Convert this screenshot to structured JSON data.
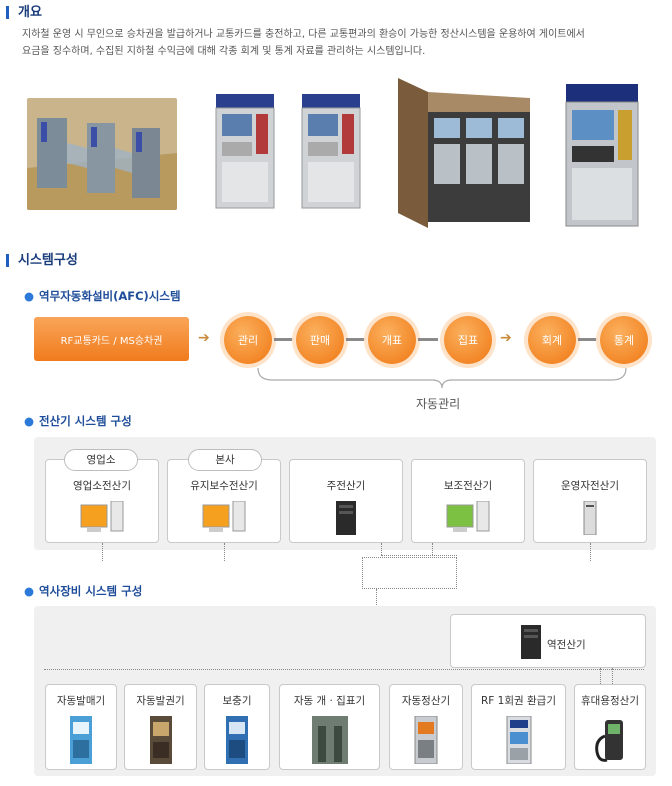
{
  "overview": {
    "title": "개요",
    "desc_line1": "지하철 운영 시 무인으로 승차권을 발급하거나 교통카드를 충전하고, 다른 교통편과의 환승이 가능한 정산시스템을 운용하여 게이트에서",
    "desc_line2": "요금을 징수하며, 수집된 지하철 수익금에 대해 각종 회계 및 통계 자료를 관리하는 시스템입니다."
  },
  "system": {
    "title": "시스템구성",
    "afc_title": "역무자동화설비(AFC)시스템",
    "afc_start": "RF교통카드 / MS승차권",
    "afc_steps": [
      "관리",
      "판매",
      "개표",
      "집표",
      "회계",
      "통계"
    ],
    "afc_bracket_label": "자동관리",
    "computer_title": "전산기 시스템 구성",
    "computer_tags": [
      "영업소",
      "본사"
    ],
    "computers": [
      "영업소전산기",
      "유지보수전산기",
      "주전산기",
      "보조전산기",
      "운영자전산기"
    ],
    "station_title": "역사장비 시스템 구성",
    "station_computer": "역전산기",
    "devices": [
      "자동발매기",
      "자동발권기",
      "보충기",
      "자동 개 · 집표기",
      "자동정산기",
      "RF 1회권 환급기",
      "휴대용정산기"
    ]
  }
}
